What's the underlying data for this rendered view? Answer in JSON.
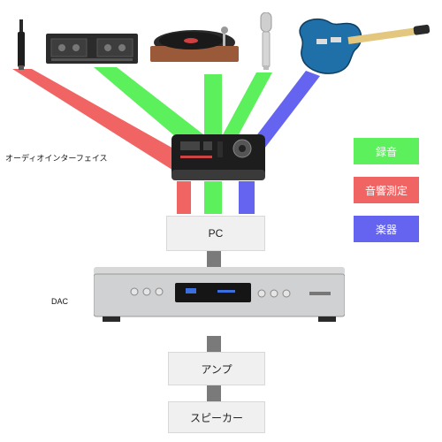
{
  "devices": {
    "microphone_icon": "measurement-microphone-icon",
    "cassette_deck_icon": "cassette-deck-icon",
    "turntable_icon": "turntable-icon",
    "condenser_mic_icon": "condenser-microphone-icon",
    "guitar_icon": "electric-guitar-icon"
  },
  "interface": {
    "label": "オーディオインターフェイス"
  },
  "legend": [
    {
      "label": "録音",
      "color": "#5cf05c"
    },
    {
      "label": "音響測定",
      "color": "#f06464"
    },
    {
      "label": "楽器",
      "color": "#6464f0"
    }
  ],
  "chain": {
    "pc": "PC",
    "dac_label": "DAC",
    "amp": "アンプ",
    "speaker": "スピーカー"
  },
  "colors": {
    "recording": "#5cf05c",
    "measurement": "#f06464",
    "instrument": "#6464f0",
    "connector": "#7a7a7a"
  }
}
